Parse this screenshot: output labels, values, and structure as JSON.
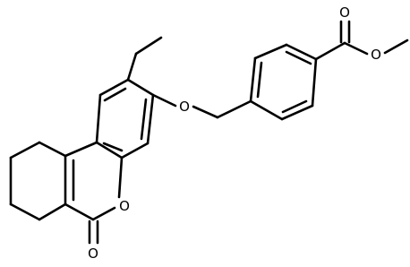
{
  "molecule": {
    "atom_labels": {
      "ether_o": "O",
      "ester_carbonyl_o": "O",
      "ester_methoxy_o": "O",
      "lactone_ring_o": "O",
      "lactone_carbonyl_o": "O"
    },
    "colors": {
      "bond": "#000000",
      "label": "#000000",
      "background": "#ffffff"
    }
  }
}
